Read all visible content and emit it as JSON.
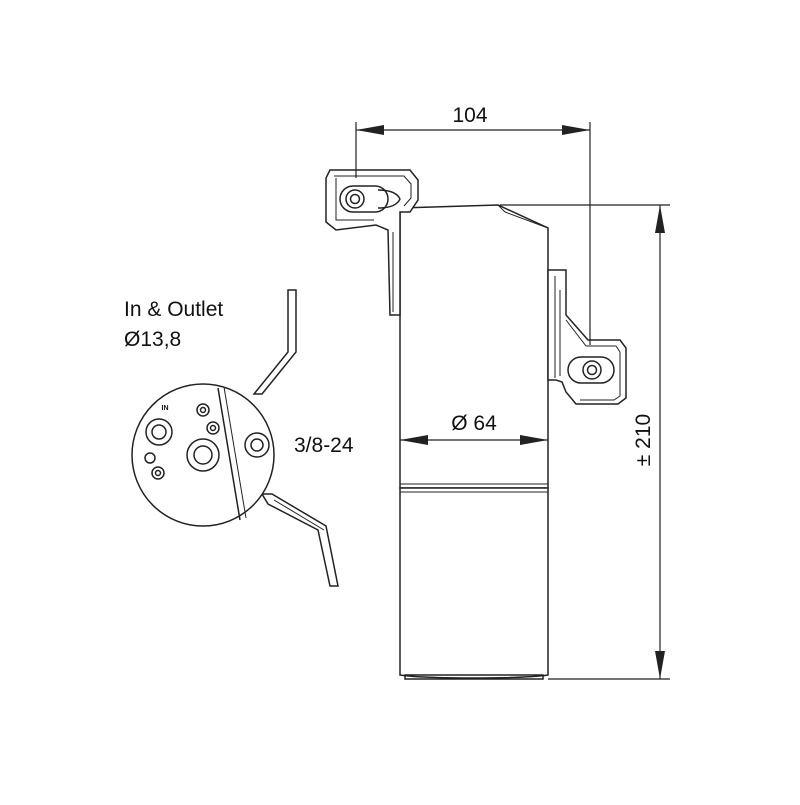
{
  "drawing": {
    "dimensions": {
      "width": "104",
      "diameter": "Ø 64",
      "height": "± 210"
    },
    "port_label": {
      "line1": "In & Outlet",
      "line2": "Ø13,8"
    },
    "thread_label": "3/8-24",
    "port_marker": "IN"
  }
}
